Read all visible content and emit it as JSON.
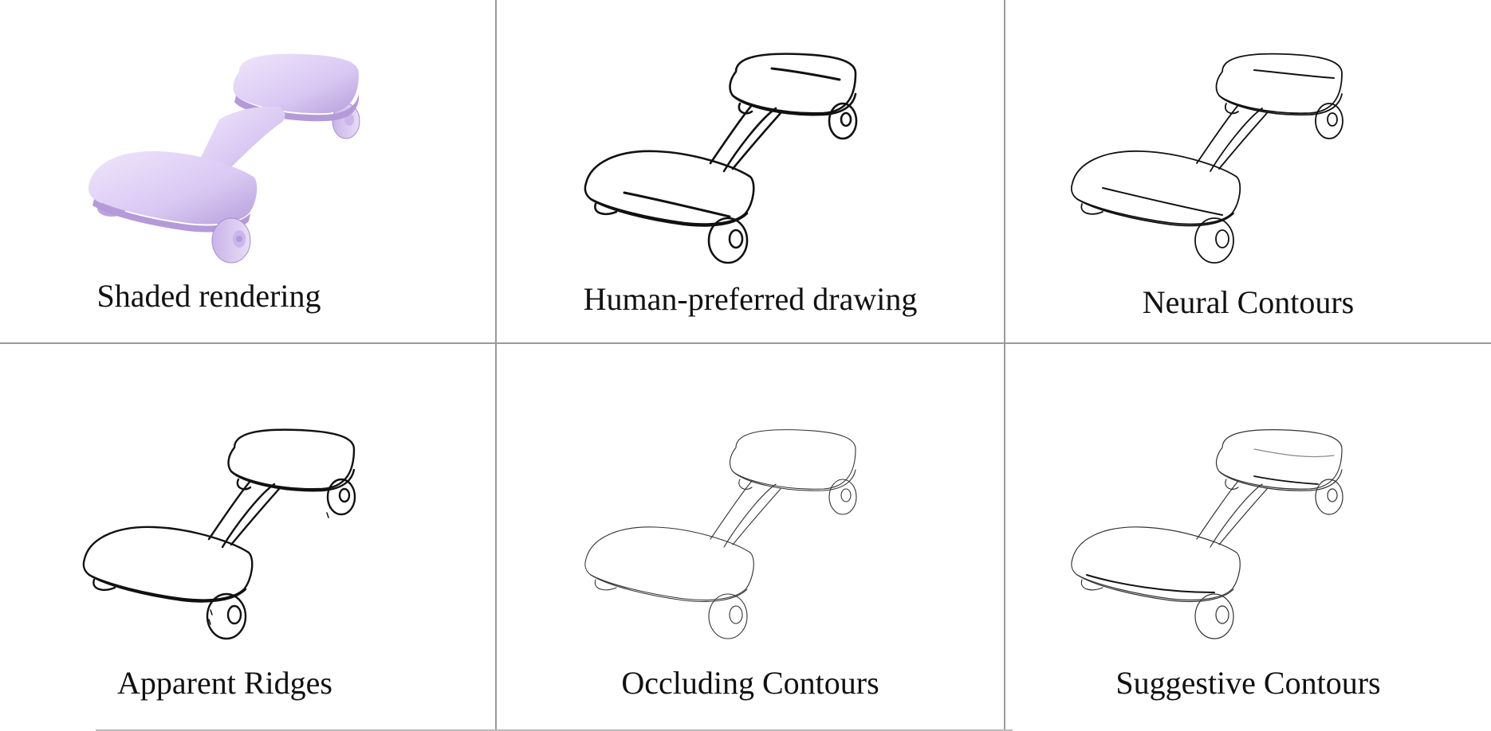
{
  "panels": [
    {
      "id": "shaded",
      "caption": "Shaded rendering",
      "style": "shaded"
    },
    {
      "id": "human",
      "caption": "Human-preferred drawing",
      "style": "bold-lines"
    },
    {
      "id": "neural",
      "caption": "Neural Contours",
      "style": "lines"
    },
    {
      "id": "ridges",
      "caption": "Apparent Ridges",
      "style": "bold-lines"
    },
    {
      "id": "occluding",
      "caption": "Occluding Contours",
      "style": "thin-lines"
    },
    {
      "id": "suggestive",
      "caption": "Suggestive Contours",
      "style": "thin-lines"
    }
  ],
  "colors": {
    "shaded_fill": "#d8c6f2",
    "shaded_shadow": "#b59ad9",
    "line": "#111111",
    "thin_line": "#333333"
  }
}
